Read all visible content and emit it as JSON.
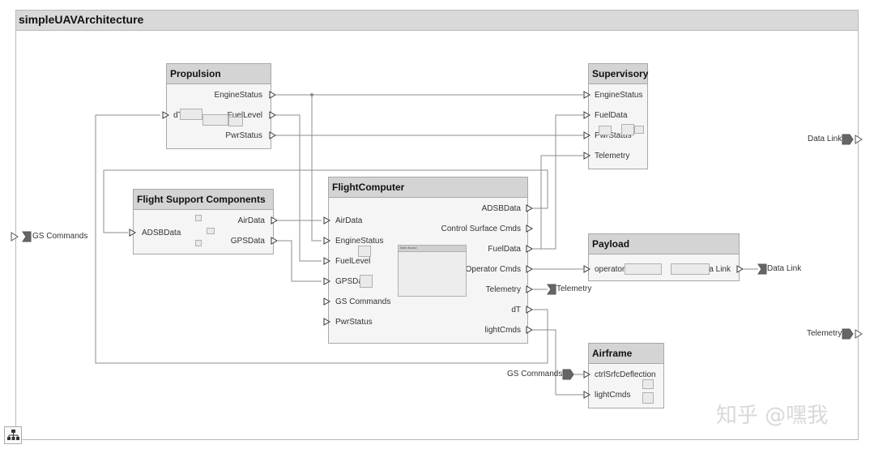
{
  "model": {
    "title": "simpleUAVArchitecture"
  },
  "blocks": {
    "propulsion": {
      "title": "Propulsion",
      "ports": {
        "engine_status": "EngineStatus",
        "dt": "dT",
        "fuel_level": "FuelLevel",
        "pwr_status": "PwrStatus"
      }
    },
    "supervisory": {
      "title": "Supervisory",
      "ports": {
        "engine_status": "EngineStatus",
        "fuel_data": "FuelData",
        "pwr_status": "PwrStatus",
        "telemetry": "Telemetry"
      }
    },
    "flight_support": {
      "title": "Flight Support Components",
      "ports": {
        "adsb_data": "ADSBData",
        "air_data": "AirData",
        "gps_data": "GPSData"
      }
    },
    "flight_computer": {
      "title": "FlightComputer",
      "ports_in": {
        "air_data": "AirData",
        "engine_status": "EngineStatus",
        "fuel_level": "FuelLevel",
        "gps_data": "GPSData",
        "gs_commands": "GS Commands",
        "pwr_status": "PwrStatus"
      },
      "ports_out": {
        "adsb_data": "ADSBData",
        "ctrl_surface_cmds": "Control Surface Cmds",
        "fuel_data": "FuelData",
        "operator_cmds": "Operator Cmds",
        "telemetry": "Telemetry",
        "dt": "dT",
        "light_cmds": "lightCmds"
      },
      "inner_label": "Main Board"
    },
    "payload": {
      "title": "Payload",
      "ports": {
        "operator_cmds": "operatorCmds",
        "data_link": "Data Link"
      }
    },
    "airframe": {
      "title": "Airframe",
      "ports": {
        "ctrl_surf_deflection": "ctrlSrfcDeflection",
        "light_cmds": "lightCmds"
      }
    }
  },
  "external_ports": {
    "gs_commands_left": "GS Commands",
    "data_link_payload": "Data Link",
    "telemetry_fc": "Telemetry",
    "gs_commands_airframe": "GS Commands",
    "data_link_right": "Data Link",
    "telemetry_right": "Telemetry"
  },
  "watermark": "知乎 @嘿我",
  "icons": {
    "hierarchy": "hierarchy-icon"
  }
}
